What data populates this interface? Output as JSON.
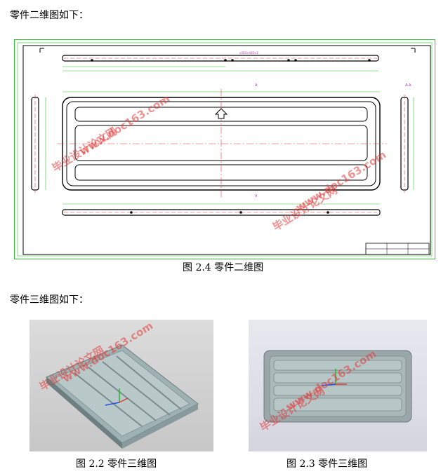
{
  "intro_2d": "零件二维图如下：",
  "caption_2d": "图 2.4 零件二维图",
  "intro_3d": "零件三维图如下：",
  "caption_3d_left": "图 2.2 零件三维图",
  "caption_3d_right": "图 2.3 零件三维图",
  "watermark": {
    "cn": "毕业设计论文网",
    "url": "www.doc163.com",
    "color": "#e23a3a"
  },
  "drawing": {
    "dim_labels": [
      "A-A",
      "A",
      "A"
    ],
    "line_color": "#35c235",
    "center_line_color": "#e23a3a"
  }
}
